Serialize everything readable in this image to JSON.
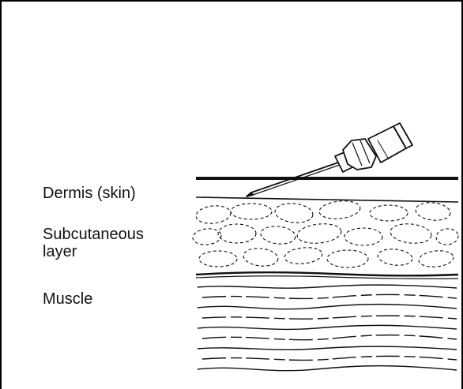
{
  "labels": {
    "dermis": "Dermis (skin)",
    "subcutaneous": "Subcutaneous layer",
    "muscle": "Muscle"
  },
  "colors": {
    "ink": "#111111",
    "background": "#ffffff"
  }
}
